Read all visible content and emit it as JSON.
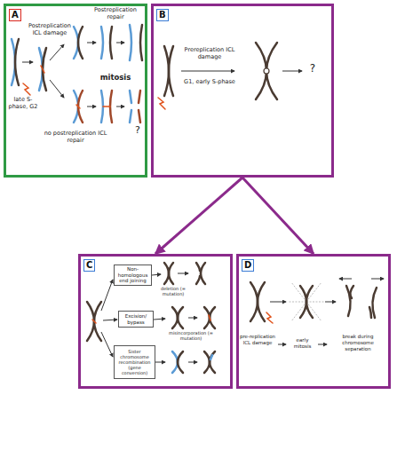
{
  "diagram": {
    "nodes": [
      {
        "text": [
          "A"
        ]
      },
      {
        "text": [
          "B"
        ]
      },
      {
        "text": [
          "C"
        ]
      },
      {
        "text": [
          "D"
        ]
      },
      {
        "text": [
          "Non-homologous end joining"
        ],
        "in": 2
      },
      {
        "text": [
          "Excision/ bypass"
        ],
        "in": 2
      },
      {
        "text": [
          "Sister chromosome recombination (gene conversion)"
        ],
        "in": 2
      }
    ],
    "edges": [
      {
        "from": 1,
        "to": 2,
        "arrow": "to"
      },
      {
        "from": 1,
        "to": 3,
        "arrow": "to"
      }
    ],
    "labels": [
      "Postreplication repair",
      "Postreplication ICL damage",
      "late S-phase, G2",
      "mitosis",
      "no postreplication ICL repair",
      "?",
      "Prereplication ICL damage",
      "G1, early S-phase",
      "?",
      "deletion (= mutation)",
      "misincorporation (= mutation)",
      "pre-replication ICL damage",
      "early mitosis",
      "break during chromosome separation"
    ]
  }
}
